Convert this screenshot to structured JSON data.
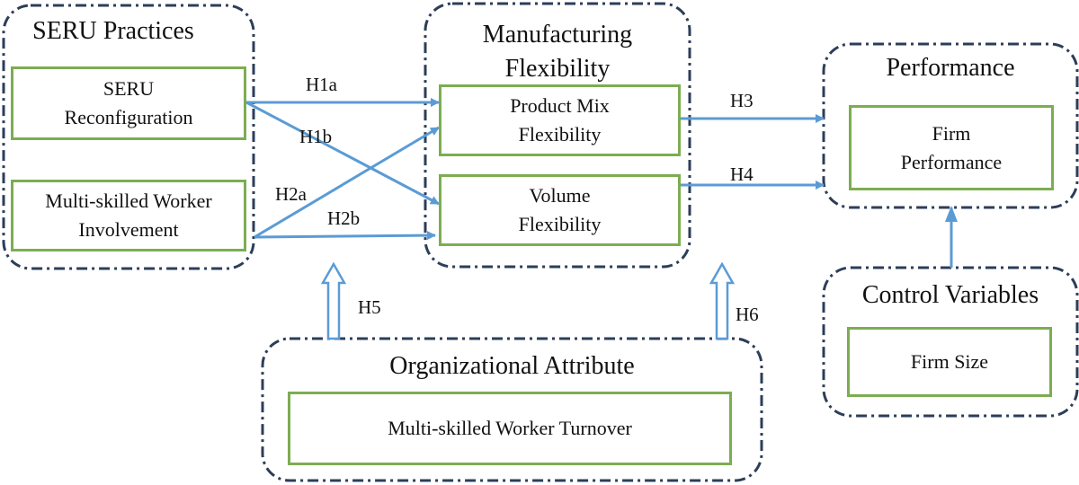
{
  "groups": {
    "seru": {
      "title": "SERU Practices"
    },
    "manufacturing": {
      "title_line1": "Manufacturing",
      "title_line2": "Flexibility"
    },
    "performance": {
      "title": "Performance"
    },
    "control": {
      "title": "Control Variables"
    },
    "organizational": {
      "title": "Organizational Attribute"
    }
  },
  "boxes": {
    "seru_reconfig": {
      "line1": "SERU",
      "line2": "Reconfiguration"
    },
    "multiskilled_involvement": {
      "line1": "Multi-skilled Worker",
      "line2": "Involvement"
    },
    "product_mix": {
      "line1": "Product Mix",
      "line2": "Flexibility"
    },
    "volume": {
      "line1": "Volume",
      "line2": "Flexibility"
    },
    "firm_performance": {
      "line1": "Firm",
      "line2": "Performance"
    },
    "firm_size": {
      "text": "Firm Size"
    },
    "turnover": {
      "text": "Multi-skilled Worker Turnover"
    }
  },
  "hypotheses": {
    "h1a": "H1a",
    "h1b": "H1b",
    "h2a": "H2a",
    "h2b": "H2b",
    "h3": "H3",
    "h4": "H4",
    "h5": "H5",
    "h6": "H6"
  },
  "colors": {
    "group_border": "#2c3e58",
    "box_border": "#7cad51",
    "arrow": "#5b9bd5"
  }
}
